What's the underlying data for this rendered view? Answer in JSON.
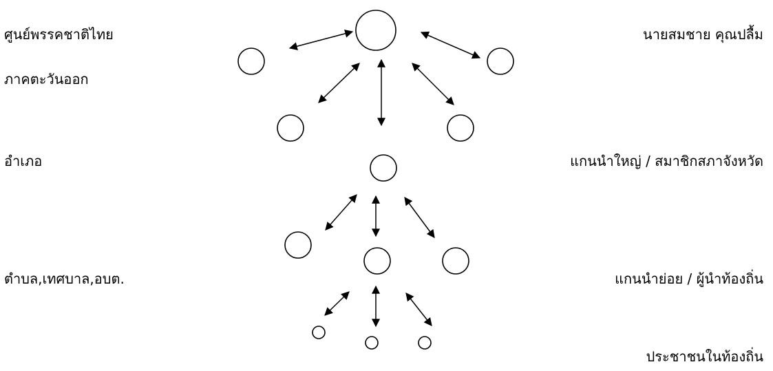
{
  "left_labels": {
    "eastern_center_line1": "ศูนย์พรรคชาติไทย",
    "eastern_center_line2": "ภาคตะวันออก",
    "district": "อำเภอ",
    "subdistrict": "ตำบล,เทศบาล,อบต."
  },
  "right_labels": {
    "leader": "นายสมชาย คุณปลื้ม",
    "major_core_leaders": "แกนนำใหญ่ / สมาชิกสภาจังหวัด",
    "minor_core_leaders": "แกนนำย่อย / ผู้นำท้องถิ่น",
    "local_people": "ประชาชนในท้องถิ่น"
  }
}
